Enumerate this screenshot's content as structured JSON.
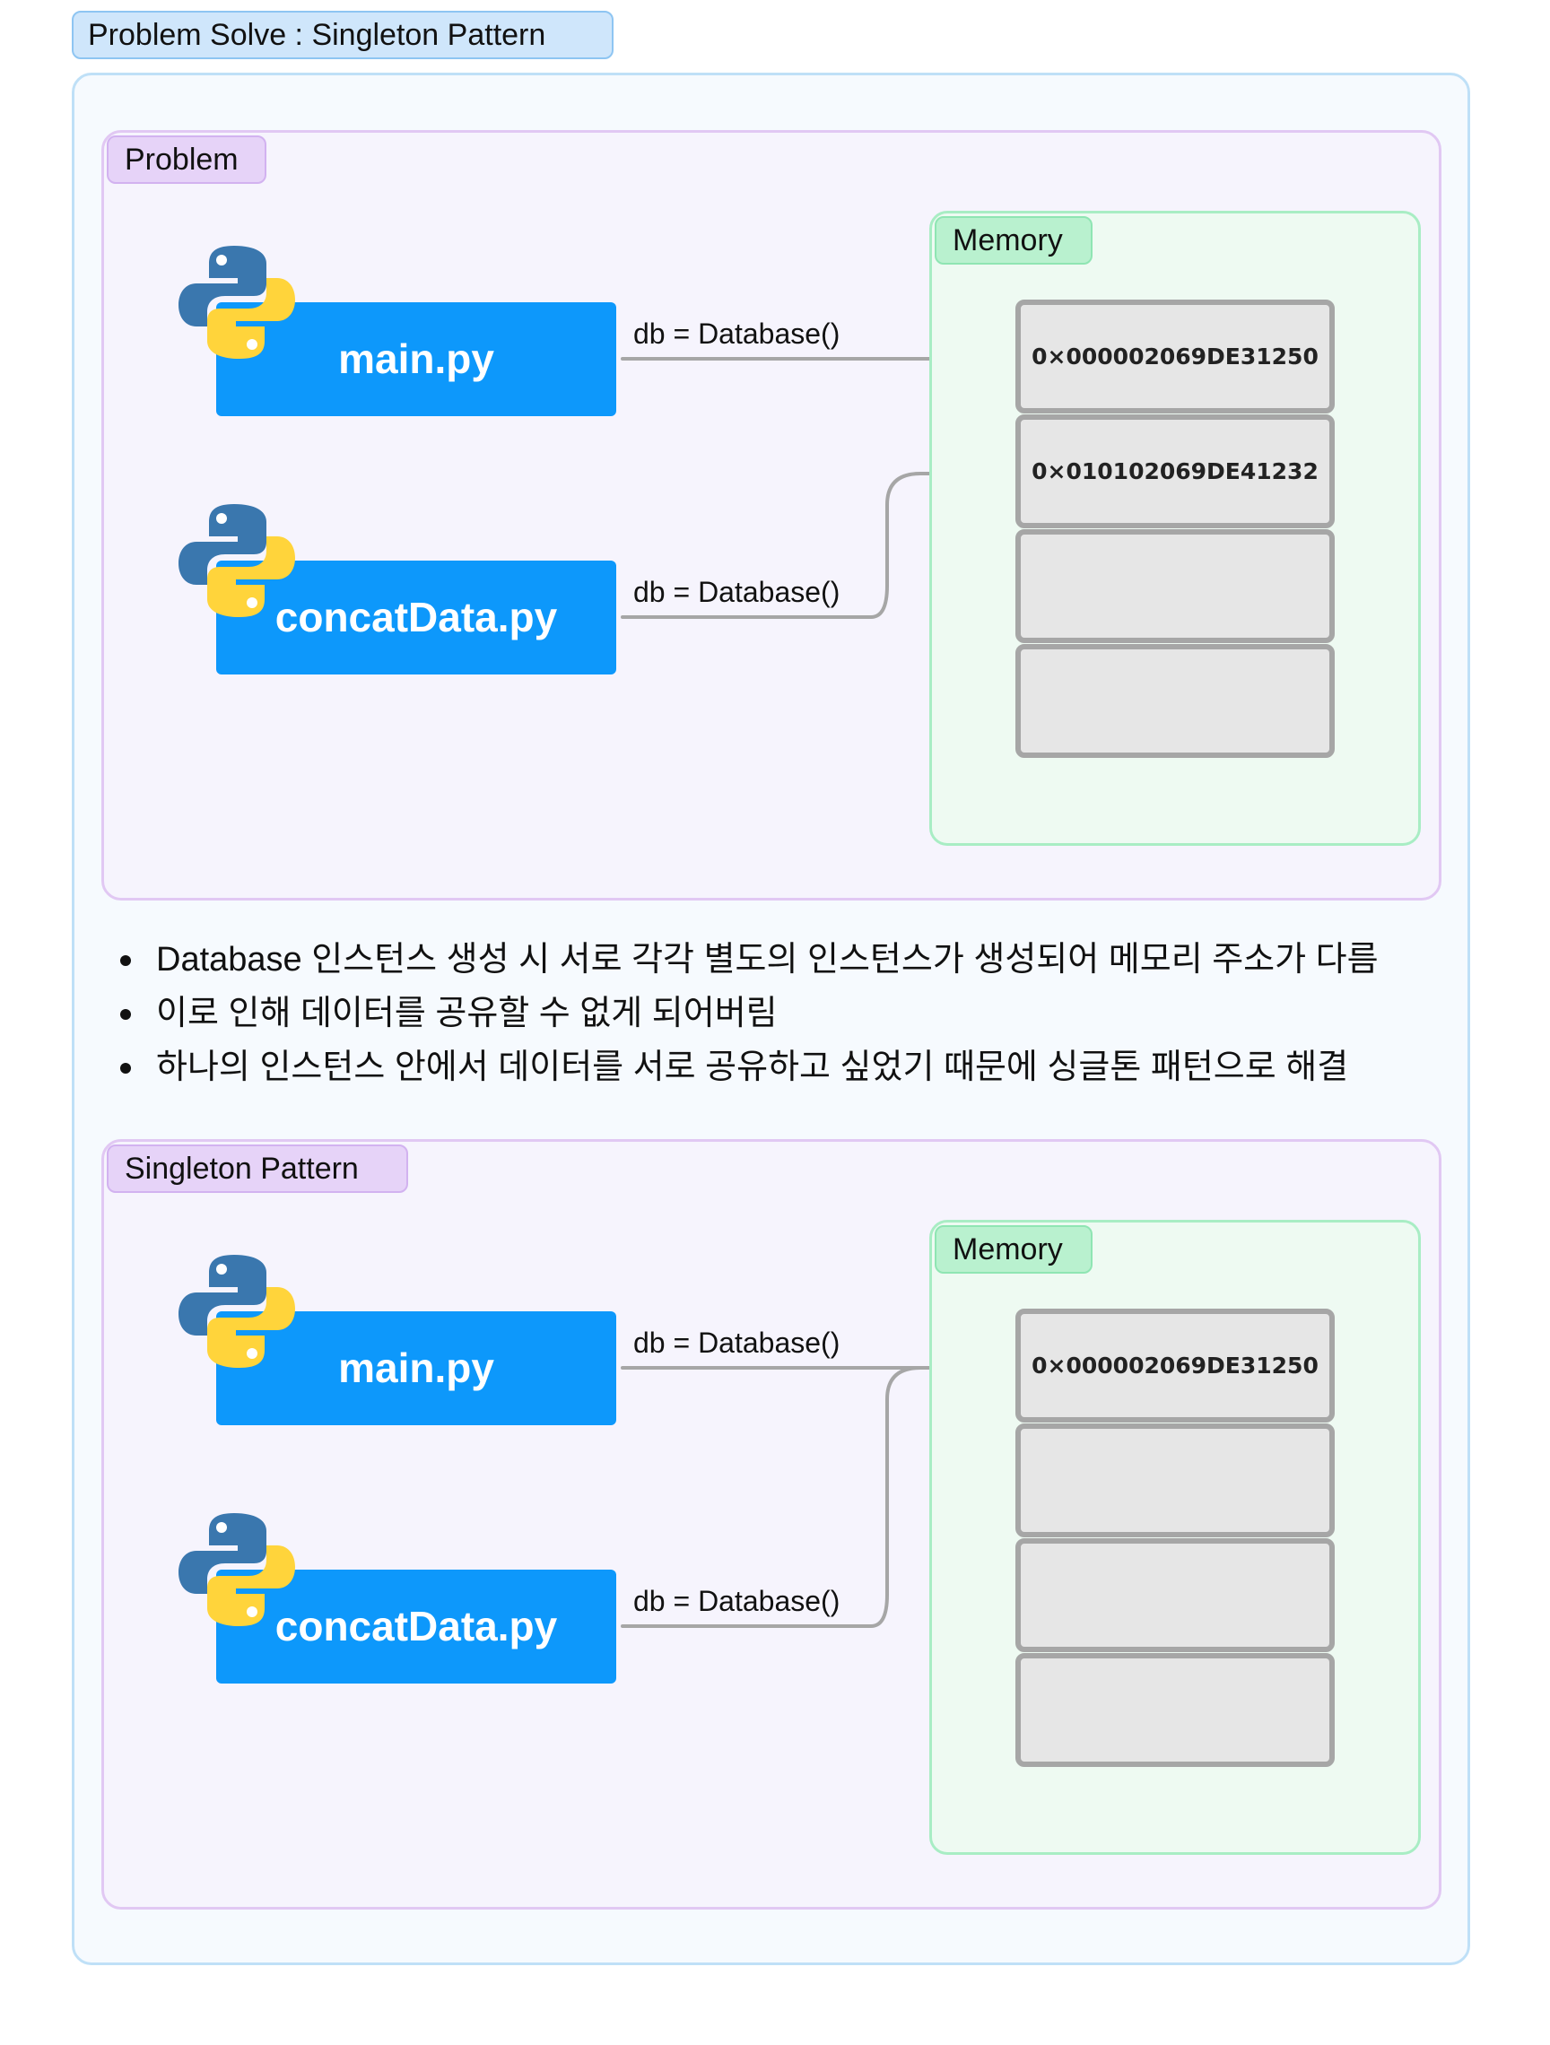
{
  "title": "Problem Solve : Singleton Pattern",
  "problem": {
    "label": "Problem",
    "memory_label": "Memory",
    "files": [
      {
        "name": "main.py",
        "call": "db = Database()"
      },
      {
        "name": "concatData.py",
        "call": "db = Database()"
      }
    ],
    "memory_cells": [
      "0×000002069DE31250",
      "0×010102069DE41232",
      "",
      ""
    ]
  },
  "bullets": [
    {
      "bold": "Database",
      "text": " 인스턴스 생성 시 서로 각각 별도의 인스턴스가 생성되어 메모리 주소가 다름"
    },
    {
      "bold": "",
      "text": "이로 인해 데이터를 공유할 수 없게 되어버림"
    },
    {
      "bold": "",
      "text": "하나의 인스턴스 안에서 데이터를 서로 공유하고 싶었기 때문에 싱글톤 패턴으로 해결"
    }
  ],
  "singleton": {
    "label": "Singleton Pattern",
    "memory_label": "Memory",
    "files": [
      {
        "name": "main.py",
        "call": "db = Database()"
      },
      {
        "name": "concatData.py",
        "call": "db = Database()"
      }
    ],
    "memory_cells": [
      "0×000002069DE31250",
      "",
      "",
      ""
    ]
  },
  "colors": {
    "file_box": "#0d98fb",
    "arrow": "#a6a6a6",
    "python_blue": "#3a77ae",
    "python_yellow": "#ffd43b"
  }
}
